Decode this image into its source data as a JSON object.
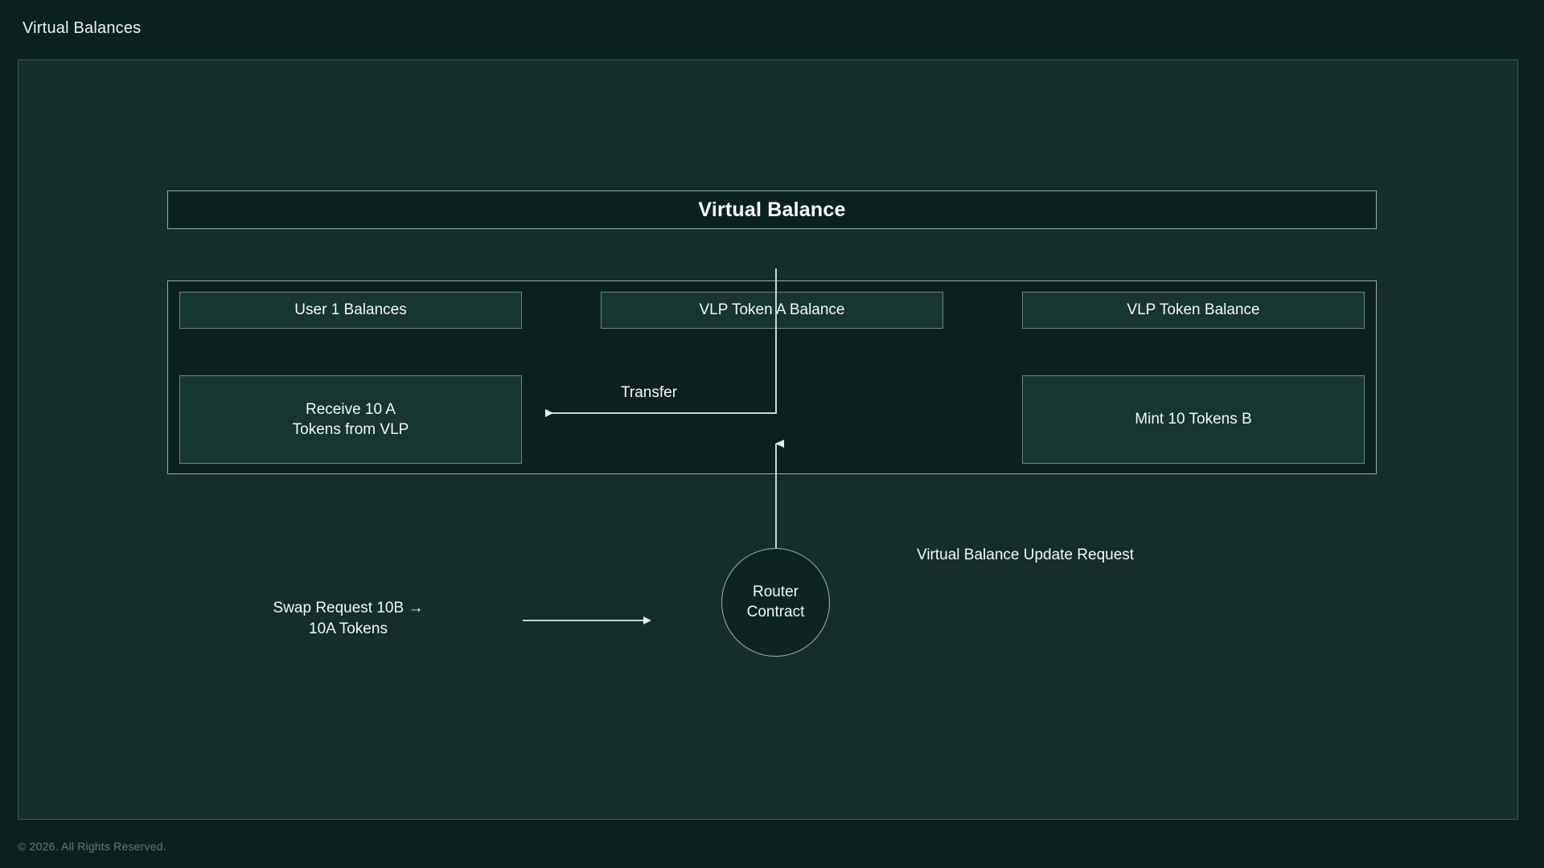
{
  "page": {
    "title": "Virtual Balances",
    "footer": "© 2026. All Rights Reserved."
  },
  "colors": {
    "page_background": "#0b211f",
    "panel_background": "#132e2b",
    "group_background": "#0c211f",
    "box_background": "#173531",
    "border": "#97aaa6",
    "box_border": "#6c8480",
    "text": "#f4f8f7",
    "footer_text": "#5e7a76",
    "connector": "#c9d6d3"
  },
  "diagram": {
    "banner": {
      "label": "Virtual Balance"
    },
    "group": {
      "top_row": [
        {
          "id": "user1-balances",
          "label": "User 1 Balances"
        },
        {
          "id": "vlp-token-a-balance",
          "label": "VLP Token A Balance"
        },
        {
          "id": "vlp-token-balance",
          "label": "VLP Token Balance"
        }
      ],
      "bottom_row": [
        {
          "id": "receive-tokens",
          "label": "Receive 10 A\nTokens from VLP"
        },
        {
          "id": "mint-tokens",
          "label": "Mint 10 Tokens B"
        }
      ]
    },
    "node": {
      "router": "Router\nContract"
    },
    "edges": [
      {
        "id": "transfer",
        "label": "Transfer",
        "from": "vlp-token-a-balance",
        "to": "receive-tokens"
      },
      {
        "id": "swap-request",
        "label": "Swap Request 10B →\n10A Tokens",
        "from": "user",
        "to": "router"
      },
      {
        "id": "update-request",
        "label": "Virtual Balance Update Request",
        "from": "router",
        "to": "group"
      }
    ]
  }
}
